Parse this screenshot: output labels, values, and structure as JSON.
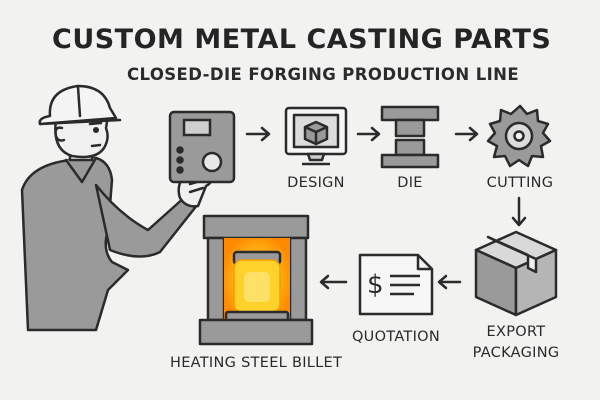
{
  "title": "CUSTOM METAL CASTING PARTS",
  "subtitle": "CLOSED-DIE FORGING PRODUCTION LINE",
  "steps": {
    "design": "DESIGN",
    "die": "DIE",
    "cutting": "CUTTING",
    "export_line1": "EXPORT",
    "export_line2": "PACKAGING",
    "quotation": "QUOTATION",
    "heating": "HEATING STEEL BILLET"
  },
  "icons": {
    "worker": "worker-figure",
    "control_panel": "control-panel-icon",
    "design": "computer-monitor-cube-icon",
    "die": "forging-die-icon",
    "cutting": "saw-blade-icon",
    "export": "cardboard-box-icon",
    "quotation": "dollar-document-icon",
    "heating": "heating-press-billet-icon"
  },
  "colors": {
    "background": "#f2f2f1",
    "outline": "#2b2b2b",
    "gray_fill": "#9a9a9a",
    "light_fill": "#d9d9d9",
    "glow": "#ffb300",
    "billet": "#ffd12a"
  }
}
